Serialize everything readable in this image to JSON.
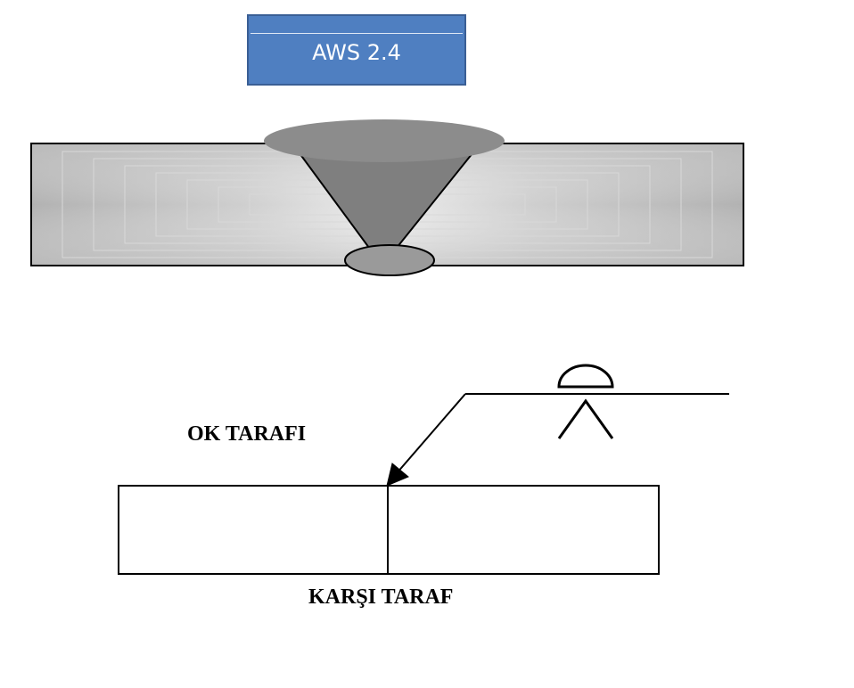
{
  "title_box": {
    "label": "AWS 2.4",
    "fill_color": "#4f7fc1",
    "text_color": "#ffffff"
  },
  "weld_section": {
    "plate_gradient_outer": "#b7b7b7",
    "plate_gradient_inner": "#e6e6e6",
    "weld_metal_color": "#7f7f7f",
    "reinforcement_color": "#8c8c8c",
    "root_color": "#9a9a9a"
  },
  "weld_symbol": {
    "arrow_side_label": "OK TARAFI",
    "other_side_label": "KARŞI TARAF",
    "groove_symbol": "v-groove-icon",
    "contour_symbol": "convex-contour-icon"
  }
}
